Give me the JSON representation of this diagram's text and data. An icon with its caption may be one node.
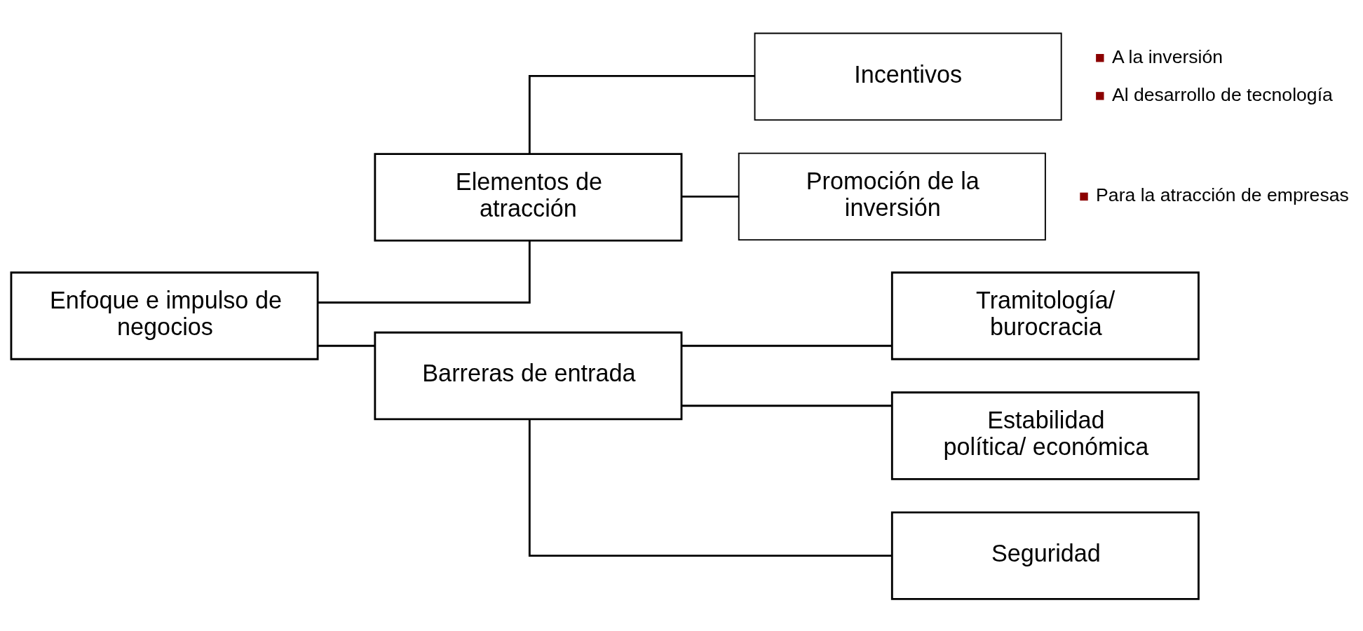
{
  "diagram": {
    "nodes": [
      {
        "text": [
          "Enfoque e impulso de negocios"
        ]
      },
      {
        "text": [
          "Elementos de atracción"
        ]
      },
      {
        "text": [
          "Incentivos"
        ],
        "beside": [
          "A la inversión",
          "Al desarrollo de tecnología"
        ]
      },
      {
        "text": [
          "Promoción de la inversión"
        ],
        "beside": [
          "Para la atracción de empresas"
        ]
      },
      {
        "text": [
          "Barreras de entrada"
        ]
      },
      {
        "text": [
          "Tramitología/ burocracia"
        ]
      },
      {
        "text": [
          "Estabilidad política/ económica"
        ]
      },
      {
        "text": [
          "Seguridad"
        ]
      }
    ],
    "edges": [
      {
        "from": 0,
        "to": 1,
        "arrow": "none"
      },
      {
        "from": 0,
        "to": 4,
        "arrow": "none"
      },
      {
        "from": 1,
        "to": 2,
        "arrow": "none"
      },
      {
        "from": 1,
        "to": 3,
        "arrow": "none"
      },
      {
        "from": 4,
        "to": 5,
        "arrow": "none"
      },
      {
        "from": 4,
        "to": 6,
        "arrow": "none"
      },
      {
        "from": 4,
        "to": 7,
        "arrow": "none"
      }
    ]
  }
}
